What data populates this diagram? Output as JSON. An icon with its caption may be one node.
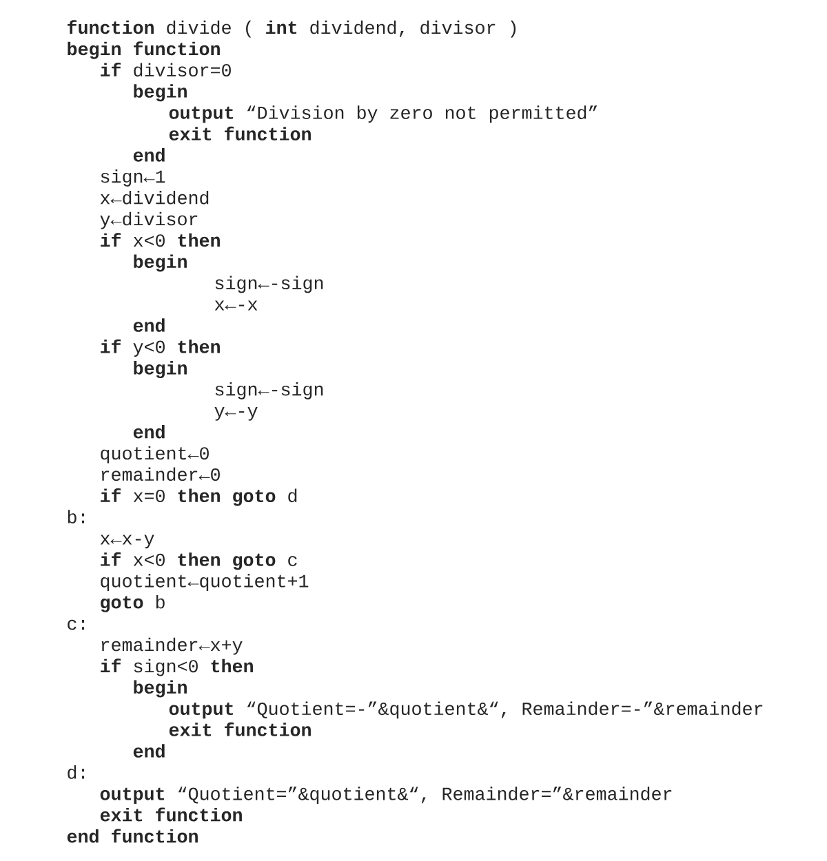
{
  "diagram": {
    "labels": [
      "**function** divide ( **int** dividend, divisor )",
      "begin function",
      "**if** divisor=0",
      "begin",
      "**output** “Division by zero not permitted”",
      "exit function",
      "end",
      "sign←1",
      "x←dividend",
      "y←divisor",
      "**if** x<0 **then**",
      "begin",
      "sign←-sign",
      "x←-x",
      "end",
      "**if** y<0 **then**",
      "begin",
      "sign←-sign",
      "y←-y",
      "end",
      "quotient←0",
      "remainder←0",
      "**if** x=0 **then goto** d",
      "b:",
      "x←x-y",
      "**if** x<0 **then goto** c",
      "quotient←quotient+1",
      "**goto** b",
      "c:",
      "remainder←x+y",
      "**if** sign<0 **then**",
      "begin",
      "**output** “Quotient=-”&quotient&“, Remainder=-”&remainder",
      "exit function",
      "end",
      "d:",
      "**output** “Quotient=”&quotient&“, Remainder=”&remainder",
      "exit function",
      "end function"
    ]
  }
}
